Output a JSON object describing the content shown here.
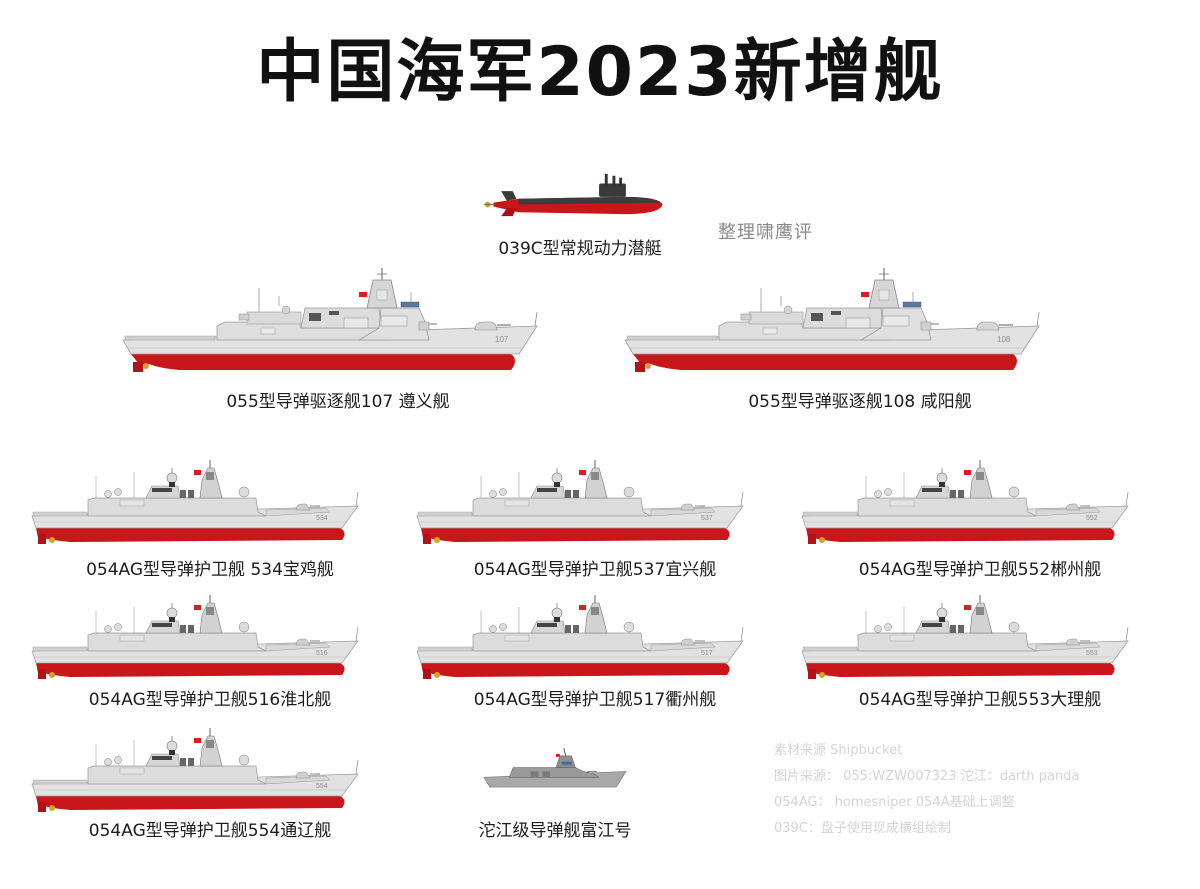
{
  "title": "中国海军2023新增舰",
  "watermark": "整理啸鹰评",
  "colors": {
    "hull_red": "#c8161b",
    "superstructure_gray": "#dcdcdc",
    "hull_gray": "#e4e4e4",
    "submarine_dark": "#3a3a3a",
    "title_text": "#111111",
    "credits_text": "#d4d4d4",
    "watermark_text": "#8a8a8a"
  },
  "ships": [
    {
      "id": "039c",
      "class": "submarine",
      "caption": "039C型常规动力潜艇"
    },
    {
      "id": "055-107",
      "class": "destroyer",
      "caption": "055型导弹驱逐舰107 遵义舰",
      "hull_number": "107"
    },
    {
      "id": "055-108",
      "class": "destroyer",
      "caption": "055型导弹驱逐舰108 咸阳舰",
      "hull_number": "108"
    },
    {
      "id": "054ag-534",
      "class": "frigate",
      "caption": "054AG型导弹护卫舰 534宝鸡舰",
      "hull_number": "534"
    },
    {
      "id": "054ag-537",
      "class": "frigate",
      "caption": "054AG型导弹护卫舰537宜兴舰",
      "hull_number": "537"
    },
    {
      "id": "054ag-552",
      "class": "frigate",
      "caption": "054AG型导弹护卫舰552郴州舰",
      "hull_number": "552"
    },
    {
      "id": "054ag-516",
      "class": "frigate",
      "caption": "054AG型导弹护卫舰516淮北舰",
      "hull_number": "516"
    },
    {
      "id": "054ag-517",
      "class": "frigate",
      "caption": "054AG型导弹护卫舰517衢州舰",
      "hull_number": "517"
    },
    {
      "id": "054ag-553",
      "class": "frigate",
      "caption": "054AG型导弹护卫舰553大理舰",
      "hull_number": "553"
    },
    {
      "id": "054ag-554",
      "class": "frigate",
      "caption": "054AG型导弹护卫舰554通辽舰",
      "hull_number": "554"
    },
    {
      "id": "tuojiang-fujiang",
      "class": "corvette",
      "caption": "沱江级导弹舰富江号"
    }
  ],
  "credits": [
    "素材来源  Shipbucket",
    "图片来源：   055:WZW007323    沱江：darth panda",
    "054AG：  homesniper 054A基础上调整",
    "039C：盘子使用现成横组绘制"
  ]
}
